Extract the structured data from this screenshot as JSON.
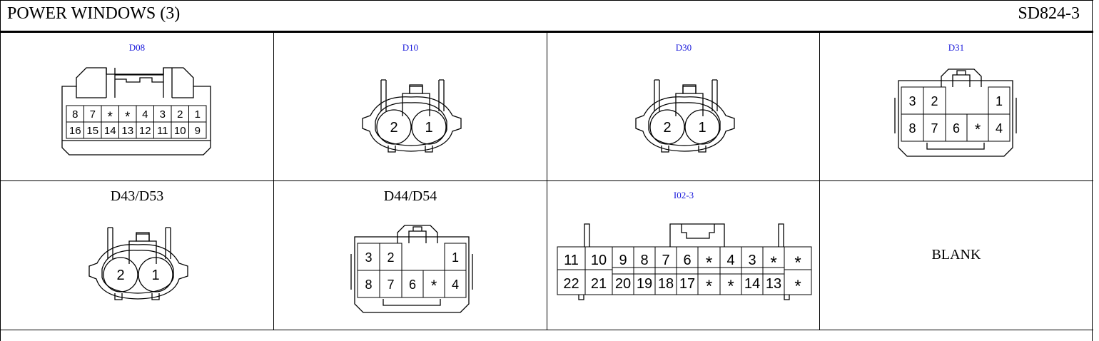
{
  "header": {
    "title": "POWER WINDOWS (3)",
    "code": "SD824-3"
  },
  "connectors": [
    {
      "id": "D08",
      "type": "grid16",
      "rows": [
        [
          "8",
          "7",
          "*",
          "*",
          "4",
          "3",
          "2",
          "1"
        ],
        [
          "16",
          "15",
          "14",
          "13",
          "12",
          "11",
          "10",
          "9"
        ]
      ]
    },
    {
      "id": "D10",
      "type": "round2",
      "pins": [
        "2",
        "1"
      ]
    },
    {
      "id": "D30",
      "type": "round2",
      "pins": [
        "2",
        "1"
      ]
    },
    {
      "id": "D31",
      "type": "grid8",
      "rows": [
        [
          "3",
          "2",
          "",
          "",
          "1"
        ],
        [
          "8",
          "7",
          "6",
          "*",
          "4"
        ]
      ]
    },
    {
      "id": "D43/D53",
      "type": "round2",
      "pins": [
        "2",
        "1"
      ]
    },
    {
      "id": "D44/D54",
      "type": "grid8",
      "rows": [
        [
          "3",
          "2",
          "",
          "",
          "1"
        ],
        [
          "8",
          "7",
          "6",
          "*",
          "4"
        ]
      ]
    },
    {
      "id": "I02-3",
      "type": "grid22",
      "rows": [
        [
          "11",
          "10",
          "9",
          "8",
          "7",
          "6",
          "*",
          "4",
          "3",
          "*",
          "*"
        ],
        [
          "22",
          "21",
          "20",
          "19",
          "18",
          "17",
          "*",
          "*",
          "14",
          "13",
          "*"
        ]
      ]
    },
    {
      "id": "BLANK",
      "type": "blank"
    }
  ]
}
